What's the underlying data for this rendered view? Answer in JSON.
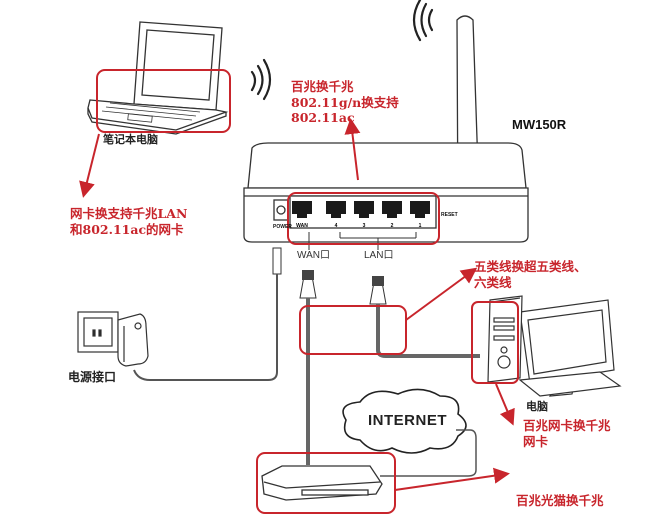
{
  "diagram": {
    "title": "MW150R router upgrade diagram",
    "colors": {
      "annotation": "#c8252c",
      "line_art": "#333333",
      "cable": "#666666"
    },
    "router": {
      "model": "MW150R",
      "power_label": "POWER",
      "reset_label": "RESET",
      "ports": [
        "WAN",
        "4",
        "3",
        "2",
        "1"
      ],
      "wan_group_label": "WAN口",
      "lan_group_label": "LAN口"
    },
    "laptop": {
      "label": "笔记本电脑"
    },
    "desktop": {
      "label": "电脑"
    },
    "power_outlet": {
      "label": "电源接口"
    },
    "internet": {
      "label": "INTERNET"
    },
    "annotations": {
      "wifi": [
        "百兆换千兆",
        "802.11g/n换支持",
        "802.11ac"
      ],
      "laptop_nic": [
        "网卡换支持千兆LAN",
        "和802.11ac的网卡"
      ],
      "cable": [
        "五类线换超五类线、",
        "六类线"
      ],
      "desktop_nic": [
        "百兆网卡换千兆",
        "网卡"
      ],
      "modem": [
        "百兆光猫换千兆"
      ]
    }
  }
}
